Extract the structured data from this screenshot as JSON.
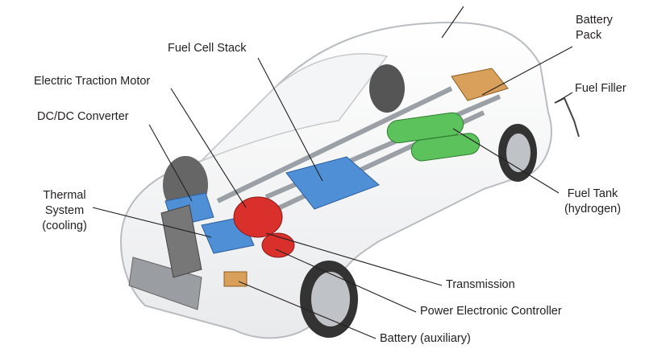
{
  "diagram": {
    "labels": {
      "fuel_cell_stack": "Fuel Cell Stack",
      "battery_pack_line1": "Battery",
      "battery_pack_line2": "Pack",
      "electric_traction_motor": "Electric Traction Motor",
      "fuel_filler": "Fuel Filler",
      "dcdc_converter": "DC/DC Converter",
      "thermal_line1": "Thermal",
      "thermal_line2": "System",
      "thermal_line3": "(cooling)",
      "fuel_tank_line1": "Fuel Tank",
      "fuel_tank_line2": "(hydrogen)",
      "transmission": "Transmission",
      "power_electronic_controller": "Power Electronic Controller",
      "battery_auxiliary": "Battery (auxiliary)"
    },
    "colors": {
      "text": "#231f20",
      "leader": "#231f20",
      "battery": "#4f8fd6",
      "tank": "#5cc25c",
      "motor": "#d9302c",
      "battery_pack": "#d9a05b",
      "body_outline": "#b9bcc0"
    }
  }
}
